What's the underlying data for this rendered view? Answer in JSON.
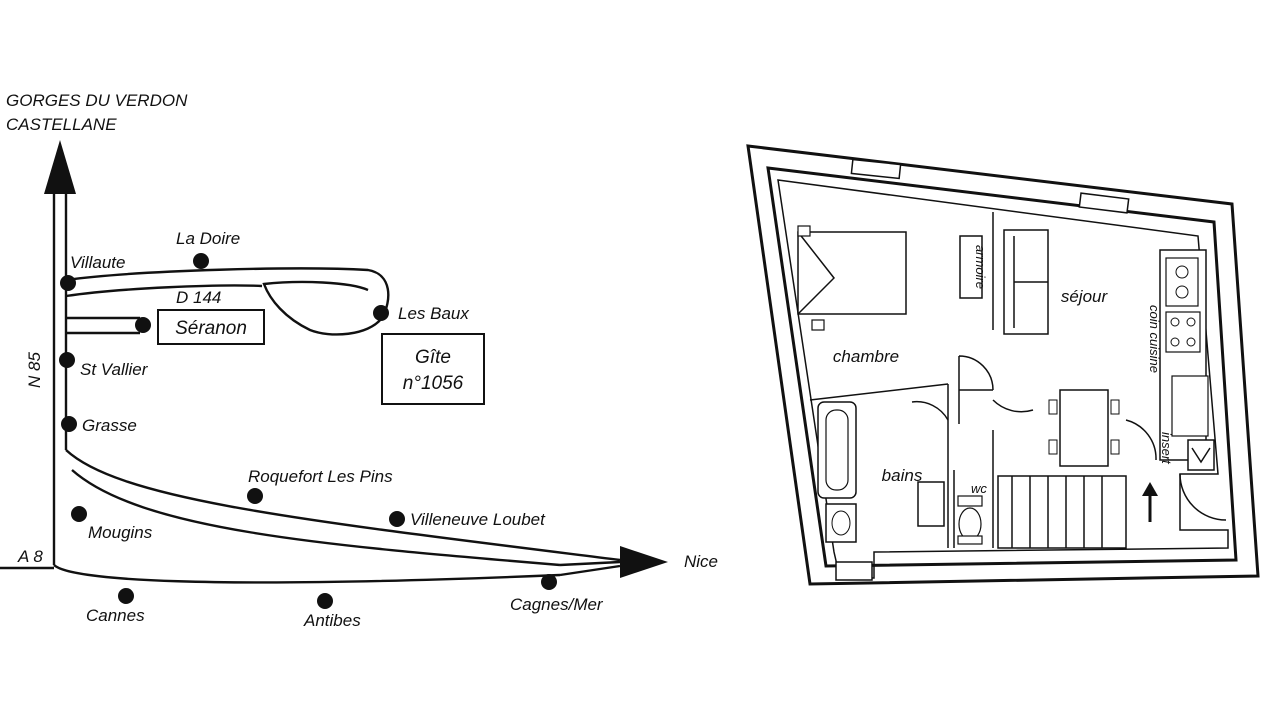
{
  "map": {
    "north_destination_line1": "GORGES DU VERDON",
    "north_destination_line2": "CASTELLANE",
    "east_destination": "Nice",
    "roads": {
      "west_north": "N 85",
      "west_east": "A 8",
      "loop": "D 144"
    },
    "towns": {
      "villaute": "Villaute",
      "la_doire": "La Doire",
      "les_baux": "Les Baux",
      "st_vallier": "St Vallier",
      "grasse": "Grasse",
      "roquefort": "Roquefort Les Pins",
      "villeneuve": "Villeneuve Loubet",
      "mougins": "Mougins",
      "cannes": "Cannes",
      "antibes": "Antibes",
      "cagnes": "Cagnes/Mer"
    },
    "boxed": {
      "seranon": "Séranon",
      "gite_line1": "Gîte",
      "gite_line2": "n°1056"
    }
  },
  "floorplan": {
    "rooms": {
      "chambre": "chambre",
      "sejour": "séjour",
      "bains": "bains",
      "wc": "wc",
      "coin_cuisine": "coin cuisine",
      "armoire": "armoire",
      "insert": "insert"
    }
  },
  "colors": {
    "ink": "#111111",
    "paper": "#ffffff"
  }
}
